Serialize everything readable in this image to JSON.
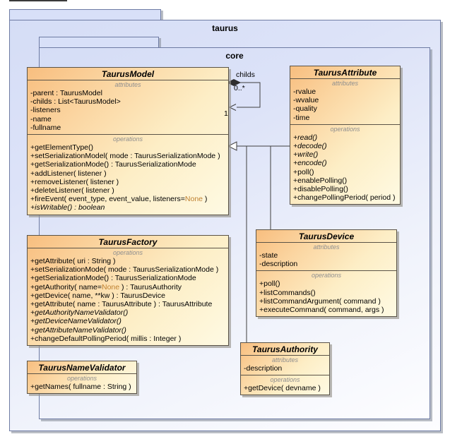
{
  "packages": {
    "outer": {
      "name": "taurus"
    },
    "inner": {
      "name": "core"
    }
  },
  "labels": {
    "attributes": "attributes",
    "operations": "operations"
  },
  "classes": {
    "model": {
      "name": "TaurusModel",
      "attributes": [
        "-parent : TaurusModel",
        "-childs : List<TaurusModel>",
        "-listeners",
        "-name",
        "-fullname"
      ],
      "ops": [
        {
          "t1": "+getElementType()"
        },
        {
          "t1": "+setSerializationModel( mode : TaurusSerializationMode )"
        },
        {
          "t1": "+getSerializationMode() : TaurusSerializationMode"
        },
        {
          "t1": "+addListener( listener )"
        },
        {
          "t1": "+removeListener( listener )"
        },
        {
          "t1": "+deleteListener( listener )"
        },
        {
          "t1": "+fireEvent( event_type, event_value, listeners=",
          "kw": "None",
          "t2": " )"
        },
        {
          "t1": "+isWritable() : boolean"
        }
      ]
    },
    "attribute": {
      "name": "TaurusAttribute",
      "attributes": [
        "-rvalue",
        "-wvalue",
        "-quality",
        "-time"
      ],
      "ops": [
        {
          "t1": "+read()"
        },
        {
          "t1": "+decode()"
        },
        {
          "t1": "+write()"
        },
        {
          "t1": "+encode()"
        },
        {
          "t1": "+poll()"
        },
        {
          "t1": "+enablePolling()"
        },
        {
          "t1": "+disablePolling()"
        },
        {
          "t1": "+changePollingPeriod( period )"
        }
      ]
    },
    "factory": {
      "name": "TaurusFactory",
      "ops": [
        {
          "t1": "+getAttribute( uri : String )"
        },
        {
          "t1": "+setSerializationMode( mode : TaurusSerializationMode )"
        },
        {
          "t1": "+getSerializationMode() : TaurusSerializationMode"
        },
        {
          "t1": "+getAuthority( name=",
          "kw": "None",
          "t2": " ) : TaurusAuthority"
        },
        {
          "t1": "+getDevice( name, **kw ) : TaurusDevice"
        },
        {
          "t1": "+getAttribute( name : TaurusAttribute ) : TaurusAttribute"
        },
        {
          "t1": "+getAuthorityNameValidator()"
        },
        {
          "t1": "+getDeviceNameValidator()"
        },
        {
          "t1": "+getAttributeNameValidator()"
        },
        {
          "t1": "+changeDefaultPollingPeriod( millis : Integer )"
        }
      ]
    },
    "device": {
      "name": "TaurusDevice",
      "attributes": [
        "-state",
        "-description"
      ],
      "ops": [
        {
          "t1": "+poll()"
        },
        {
          "t1": "+listCommands()"
        },
        {
          "t1": "+listCommandArgument( command )"
        },
        {
          "t1": "+executeCommand( command, args )"
        }
      ]
    },
    "authority": {
      "name": "TaurusAuthority",
      "attributes": [
        "-description"
      ],
      "ops": [
        {
          "t1": "+getDevice( devname )"
        }
      ]
    },
    "validator": {
      "name": "TaurusNameValidator",
      "ops": [
        {
          "t1": "+getNames( fullname : String )"
        }
      ]
    }
  },
  "connectors": {
    "childs_label": "childs",
    "childs_multiplicity": "0..*",
    "parent_multiplicity": "1"
  },
  "colors": {
    "class_gradient_start": "#f8be7f",
    "class_gradient_end": "#fefae3",
    "class_border": "#5a5347",
    "package_fill": "#d8e0f8",
    "package_border": "#6e7ba3",
    "keyword": "#bf8030",
    "connector": "#3f3f3f"
  }
}
